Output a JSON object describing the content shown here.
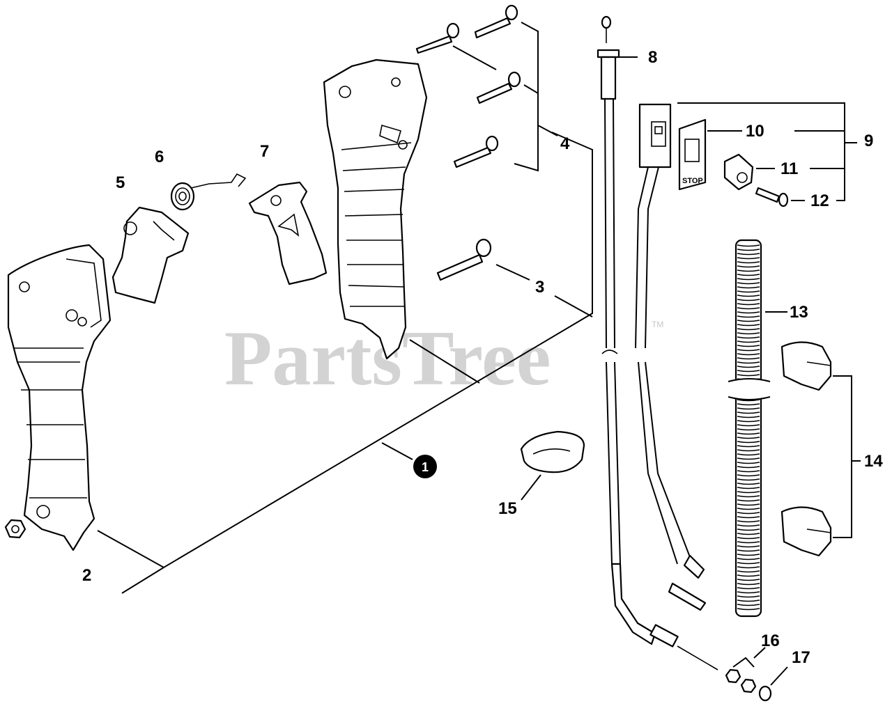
{
  "watermark": {
    "text": "PartsTree",
    "tm": "TM"
  },
  "switch_text": "STOP",
  "callouts": [
    {
      "id": "c1",
      "label": "1",
      "badge": true
    },
    {
      "id": "c2",
      "label": "2"
    },
    {
      "id": "c3",
      "label": "3"
    },
    {
      "id": "c4",
      "label": "4"
    },
    {
      "id": "c5",
      "label": "5"
    },
    {
      "id": "c6",
      "label": "6"
    },
    {
      "id": "c7",
      "label": "7"
    },
    {
      "id": "c8",
      "label": "8"
    },
    {
      "id": "c9",
      "label": "9"
    },
    {
      "id": "c10",
      "label": "10"
    },
    {
      "id": "c11",
      "label": "11"
    },
    {
      "id": "c12",
      "label": "12"
    },
    {
      "id": "c13",
      "label": "13"
    },
    {
      "id": "c14",
      "label": "14"
    },
    {
      "id": "c15",
      "label": "15"
    },
    {
      "id": "c16",
      "label": "16"
    },
    {
      "id": "c17",
      "label": "17"
    }
  ]
}
